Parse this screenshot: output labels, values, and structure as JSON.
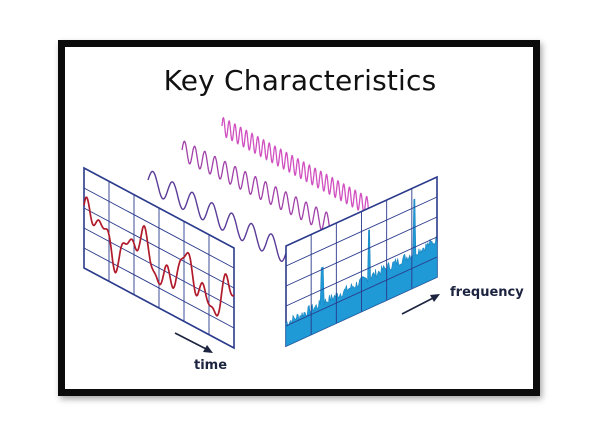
{
  "title": "Key Characteristics",
  "labels": {
    "time": "time",
    "frequency": "frequency"
  },
  "colors": {
    "frame": "#0b0b0b",
    "grid": "#2a3a8c",
    "time_signal": "#b01a2a",
    "spectrum": "#1f9ad6",
    "wave_1": "#d050c0",
    "wave_2": "#a040a8",
    "wave_3": "#5a3c98",
    "arrow": "#1c2440"
  },
  "icons": {
    "time_arrow": "arrow-icon",
    "frequency_arrow": "arrow-icon"
  }
}
